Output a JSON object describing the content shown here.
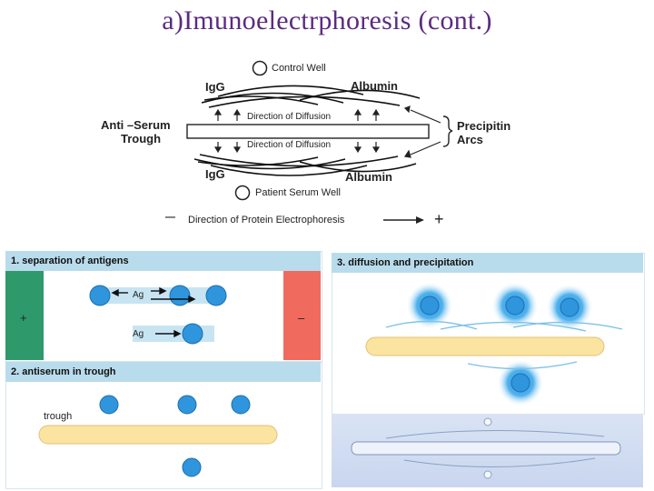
{
  "title": "a)Imunoelectrphoresis (cont.)",
  "top_diagram": {
    "control_well": "Control Well",
    "igg_top": "IgG",
    "albumin_top": "Albumin",
    "direction_diffusion_top": "Direction of Diffusion",
    "anti_serum": "Anti –Serum",
    "trough": "Trough",
    "precipitin": "Precipitin",
    "arcs": "Arcs",
    "direction_diffusion_bottom": "Direction of Diffusion",
    "igg_bottom": "IgG",
    "albumin_bottom": "Albumin",
    "patient_well": "Patient Serum Well",
    "minus": "—",
    "electrophoresis": "Direction of Protein Electrophoresis",
    "plus": "+"
  },
  "panels": {
    "p1_title": "1. separation of antigens",
    "plus": "+",
    "minus": "–",
    "ag1": "Ag",
    "ag2": "Ag",
    "p2_title": "2. antiserum in trough",
    "trough": "trough",
    "p3_title": "3. diffusion and precipitation"
  },
  "colors": {
    "title": "#5b2b80",
    "panel_header": "#b9dcec",
    "well_blue": "#2f95dd",
    "trough_yellow": "#fbe3a0",
    "anode_green": "#2e9a6b",
    "cathode_red": "#f06a5e"
  }
}
